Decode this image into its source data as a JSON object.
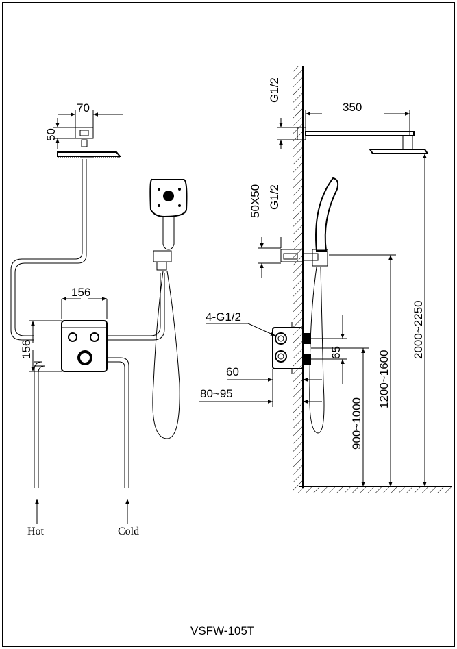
{
  "labels": {
    "top_width": "70",
    "top_height": "50",
    "box_width": "156",
    "box_height": "156",
    "hot": "Hot",
    "cold": "Cold",
    "g_head": "G1/2",
    "arm_length": "350",
    "outlet_size": "50X50",
    "g_outlet": "G1/2",
    "inlets": "4-G1/2",
    "spacing": "65",
    "depth": "60",
    "depth_range": "80~95",
    "h_valve": "900~1000",
    "h_holder": "1200~1600",
    "h_head": "2000~2250",
    "model": "VSFW-105T"
  }
}
